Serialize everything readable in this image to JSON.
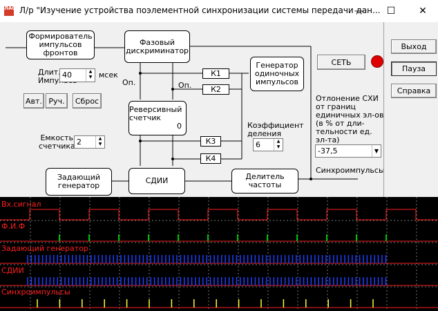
{
  "window": {
    "icon_text": "ЛАС",
    "title": "Л/р  \"Изучение устройства поэлементной синхронизации системы передачи дан...",
    "minimize_glyph": "—",
    "maximize_glyph": "☐",
    "close_glyph": "✕"
  },
  "diagram": {
    "formirovatel": "Формирователь импульсов фронтов",
    "phase_disc": "Фазовый дискриминатор",
    "generator_single": "Генератор одиночных импульсов",
    "reverse_counter": "Реверсивный счетчик",
    "counter_value": "0",
    "master_gen": "Задающий генератор",
    "sdii": "СДИИ",
    "freq_div": "Делитель частоты",
    "k1": "К1",
    "k2": "К2",
    "k3": "К3",
    "k4": "К4",
    "op_label_1": "Оп.",
    "op_label_2": "Оп.",
    "sync_label": "Синхроимпульсы"
  },
  "controls": {
    "pulse_len_label": "Длит. Импульса",
    "pulse_len_value": "40",
    "pulse_len_unit": "мсек",
    "btn_auto": "Авт.",
    "btn_manual": "Руч.",
    "btn_reset": "Сброс",
    "capacity_label": "Емкость счетчика",
    "capacity_value": "2",
    "coef_label": "Коэффициент деления",
    "coef_value": "6",
    "net_button": "СЕТЬ",
    "deviation_label": "Отлонение СХИ от границ единичных эл-ов (в % от дли- тельности  ед. эл-та)",
    "deviation_value": "-37,5"
  },
  "side_buttons": {
    "exit": "Выход",
    "pause": "Пауза",
    "help": "Справка"
  },
  "oscilloscope": {
    "traces": [
      "Вх.сигнал",
      "Ф.И.Ф",
      "Задающий генератор",
      "СДИИ",
      "Синхроимпульсы"
    ],
    "colors": {
      "input": "#ff2020",
      "fif": "#00c000",
      "master": "#2040ff",
      "sdii": "#2040ff",
      "sync": "#ffff40"
    }
  },
  "colors": {
    "indicator": "#e00000",
    "background": "#f0f0f0"
  }
}
